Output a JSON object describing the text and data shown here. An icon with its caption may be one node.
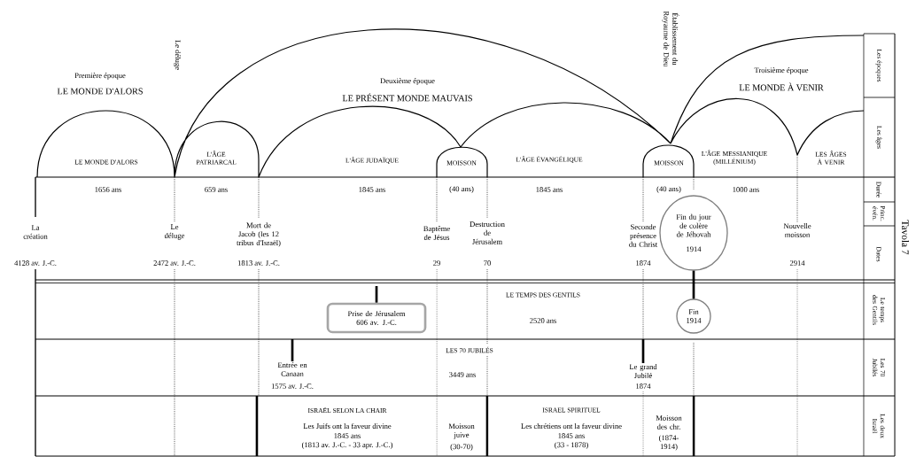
{
  "diagram": {
    "nodes": [
      {
        "text": [
          "Prise de Jérusalem 606 av. J.-C."
        ]
      },
      {
        "text": [
          "Fin du jour de colère de Jéhovah",
          "1914"
        ]
      },
      {
        "text": [
          "Fin 1914"
        ]
      }
    ],
    "edges": [
      {
        "from": null,
        "to": 0,
        "arrow": "none"
      },
      {
        "from": 1,
        "to": 2,
        "arrow": "none"
      }
    ],
    "labels": [
      "Le déluge",
      "Établissement du Royaume de Dieu",
      "Première époque",
      "LE MONDE D'ALORS",
      "Deuxième époque",
      "LE PRÉSENT MONDE MAUVAIS",
      "Troisième époque",
      "LE MONDE À VENIR",
      "LE MONDE D'ALORS",
      "L'ÂGE PATRIARCAL",
      "L'ÂGE JUDAÏQUE",
      "MOISSON",
      "L'ÂGE ÉVANGÉLIQUE",
      "MOISSON",
      "L'ÂGE MESSIANIQUE (MILLÉNIUM)",
      "LES ÂGES À VENIR",
      "1656 ans",
      "659 ans",
      "1845 ans",
      "(40 ans)",
      "1845 ans",
      "(40 ans)",
      "1000 ans",
      "La création",
      "Le déluge",
      "Mort de Jacob (les 12 tribus d'Israël)",
      "Baptême de Jésus",
      "Destruction de Jérusalem",
      "Seconde présence du Christ",
      "Nouvelle moisson",
      "4128 av. J.-C.",
      "2472 av. J.-C.",
      "1813 av. J.-C.",
      "29",
      "70",
      "1874",
      "2914",
      "LE TEMPS DES GENTILS",
      "2520 ans",
      "LES 70 JUBILÉS",
      "3449 ans",
      "Entrée en Canaan",
      "1575 av. J.-C.",
      "Le grand Jubilé",
      "1874",
      "ISRAËL SELON LA CHAIR",
      "Les Juifs ont la faveur divine",
      "1845 ans",
      "(1813 av. J.-C. - 33 apr. J.-C.)",
      "Moisson juive",
      "(30-70)",
      "ISRAEL SPIRITUEL",
      "Les chrétiens ont la faveur divine",
      "1845 ans",
      "(33 - 1878)",
      "Moisson des chr.",
      "(1874-1914)",
      "Les époques",
      "Les âges",
      "Durée",
      "Princ. évén.",
      "Dates",
      "Le temps des Gentils",
      "Les 70 Jubilés",
      "Les deux Israël",
      "Tavola 7"
    ]
  }
}
